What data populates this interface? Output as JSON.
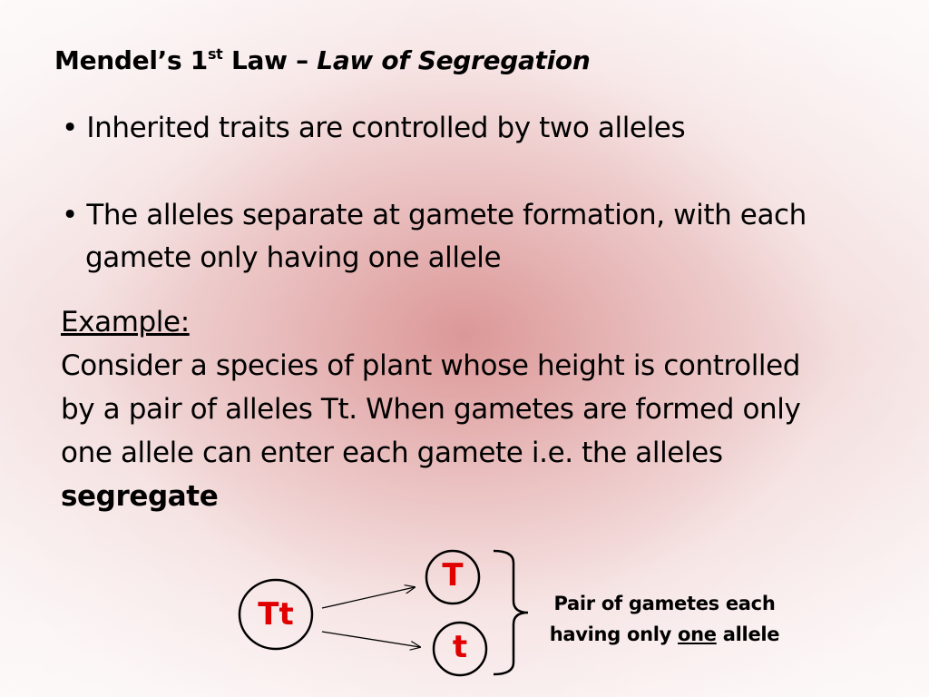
{
  "title": {
    "main": "Mendel’s 1",
    "sup": "st",
    "rest": " Law – ",
    "italic": "Law of Segregation"
  },
  "bullets": [
    {
      "text": "• Inherited traits are controlled by two alleles"
    },
    {
      "line1": "• The alleles separate at gamete formation, with each",
      "line2": "gamete only having one allele"
    }
  ],
  "example": {
    "heading": "Example:",
    "lines": [
      "Consider a species of plant whose height is controlled",
      "by a pair of alleles Tt. When gametes are formed only",
      "one allele can enter each gamete i.e. the alleles"
    ],
    "bold_word": "segregate"
  },
  "diagram": {
    "parent": "Tt",
    "gametes": [
      "T",
      "t"
    ],
    "caption_line1": "Pair of gametes each",
    "caption_line2_pre": "having only ",
    "caption_line2_underlined": "one",
    "caption_line2_post": " allele",
    "label_color": "#e00000"
  }
}
